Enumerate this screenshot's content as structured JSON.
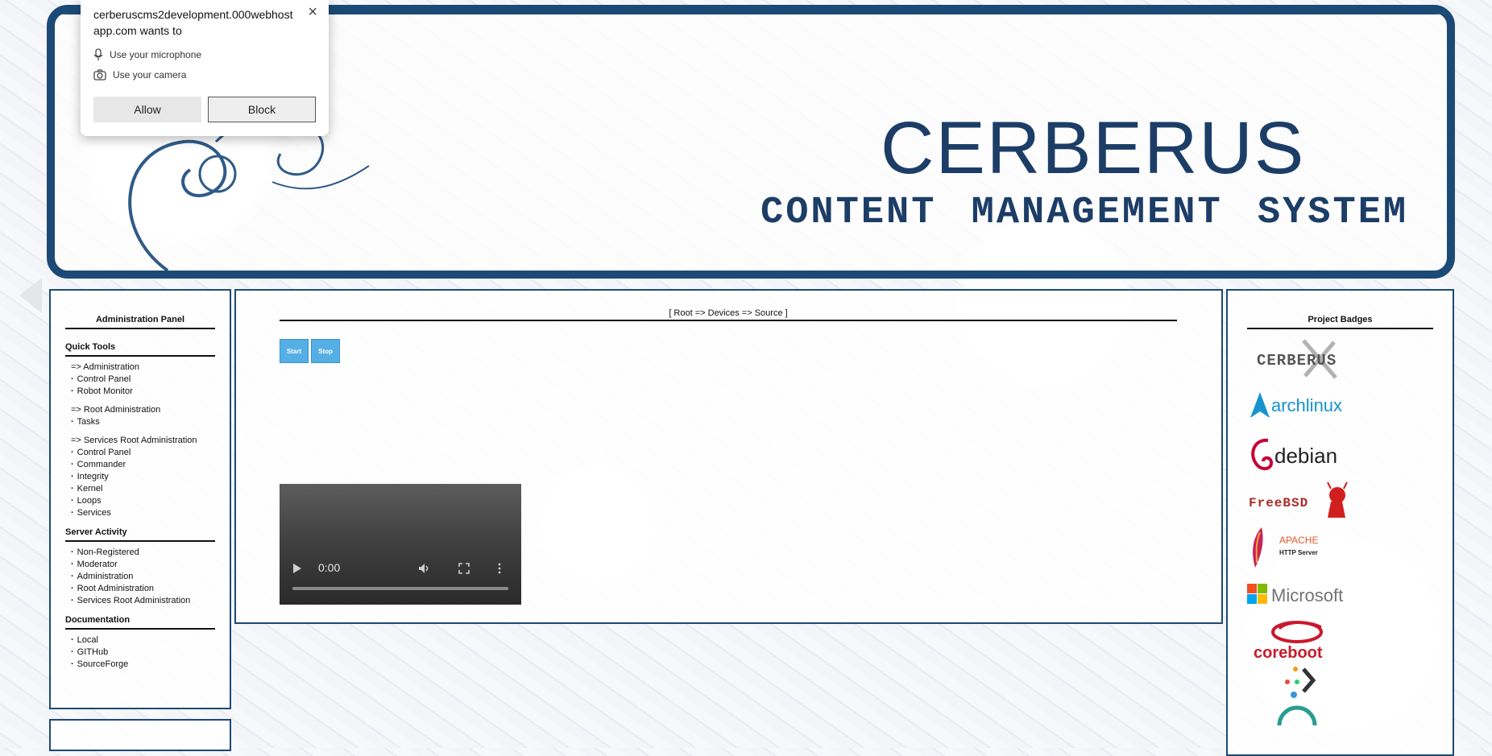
{
  "banner": {
    "title": "CERBERUS",
    "subtitle": "CONTENT MANAGEMENT SYSTEM"
  },
  "permission_popup": {
    "site": "cerberuscms2development.000webhostapp.com wants to",
    "site_line1": "cerberuscms2development.000webhost",
    "site_line2": "app.com wants to",
    "microphone": "Use your microphone",
    "camera": "Use your camera",
    "allow": "Allow",
    "block": "Block",
    "close": "×"
  },
  "left_nav": {
    "title": "Administration Panel",
    "quick_tools": {
      "heading": "Quick Tools",
      "groups": [
        {
          "header": "=> Administration",
          "items": [
            "Control Panel",
            "Robot Monitor"
          ]
        },
        {
          "header": "=> Root Administration",
          "items": [
            "Tasks"
          ]
        },
        {
          "header": "=> Services Root Administration",
          "items": [
            "Control Panel",
            "Commander",
            "Integrity",
            "Kernel",
            "Loops",
            "Services"
          ]
        }
      ]
    },
    "server_activity": {
      "heading": "Server Activity",
      "items": [
        "Non-Registered",
        "Moderator",
        "Administration",
        "Root Administration",
        "Services Root Administration"
      ]
    },
    "documentation": {
      "heading": "Documentation",
      "items": [
        "Local",
        "GITHub",
        "SourceForge"
      ]
    }
  },
  "main": {
    "breadcrumb": "[ Root => Devices => Source ]",
    "start_label": "Start",
    "stop_label": "Stop",
    "video": {
      "time": "0:00",
      "play_icon": "play-icon",
      "volume_icon": "volume-icon",
      "fullscreen_icon": "fullscreen-icon",
      "more_icon": "more-icon"
    }
  },
  "right_panel": {
    "title": "Project Badges",
    "badges": [
      "CERBERUS",
      "archlinux",
      "debian",
      "FreeBSD",
      "APACHE",
      "HTTP Server",
      "Microsoft",
      "coreboot"
    ]
  },
  "colors": {
    "accent": "#1c4a76",
    "button": "#55aee4"
  }
}
